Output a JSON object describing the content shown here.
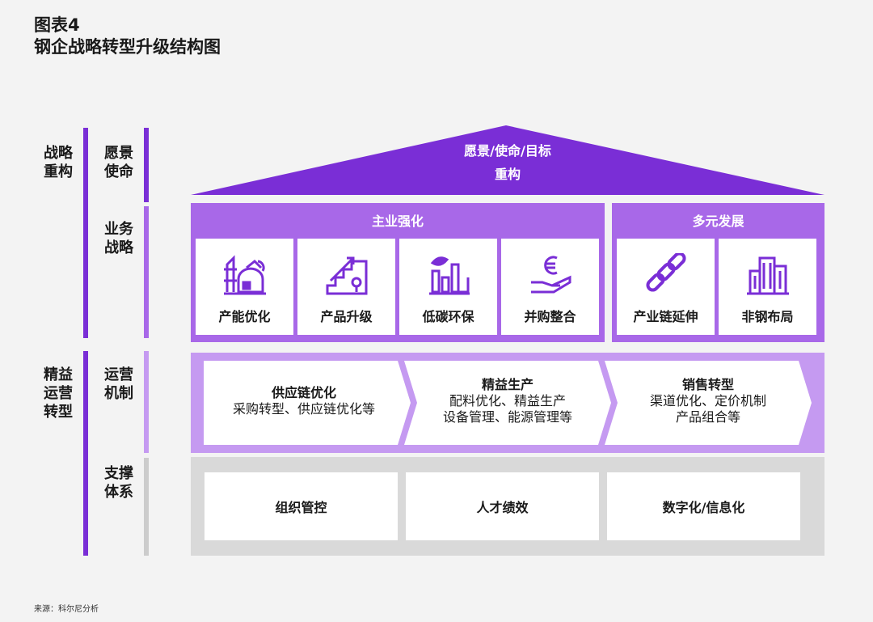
{
  "figure_label": "图表4",
  "title": "钢企战略转型升级结构图",
  "source": "来源：科尔尼分析",
  "colors": {
    "purple_dark": "#7a2ed6",
    "purple_mid": "#a868e8",
    "purple_light": "#c59af1",
    "gray": "#d9d9d9",
    "gray_bar": "#cccccc"
  },
  "left_labels": {
    "strategy": "战略\n重构",
    "lean": "精益\n运营\n转型",
    "vision": "愿景\n使命",
    "business": "业务\n战略",
    "operations": "运营\n机制",
    "support": "支撑\n体系"
  },
  "roof": {
    "line1": "愿景/使命/目标",
    "line2": "重构"
  },
  "main_panel": {
    "title": "主业强化",
    "cards": [
      {
        "label": "产能优化",
        "icon": "factory-icon"
      },
      {
        "label": "产品升级",
        "icon": "stairs-growth-icon"
      },
      {
        "label": "低碳环保",
        "icon": "green-factory-icon"
      },
      {
        "label": "并购整合",
        "icon": "euro-hand-icon"
      }
    ]
  },
  "diverse_panel": {
    "title": "多元发展",
    "cards": [
      {
        "label": "产业链延伸",
        "icon": "chain-link-icon"
      },
      {
        "label": "非钢布局",
        "icon": "buildings-icon"
      }
    ]
  },
  "operations": [
    {
      "title": "供应链优化",
      "line1": "采购转型、供应链优化等",
      "line2": ""
    },
    {
      "title": "精益生产",
      "line1": "配料优化、精益生产",
      "line2": "设备管理、能源管理等"
    },
    {
      "title": "销售转型",
      "line1": "渠道优化、定价机制",
      "line2": "产品组合等"
    }
  ],
  "support": [
    "组织管控",
    "人才绩效",
    "数字化/信息化"
  ]
}
